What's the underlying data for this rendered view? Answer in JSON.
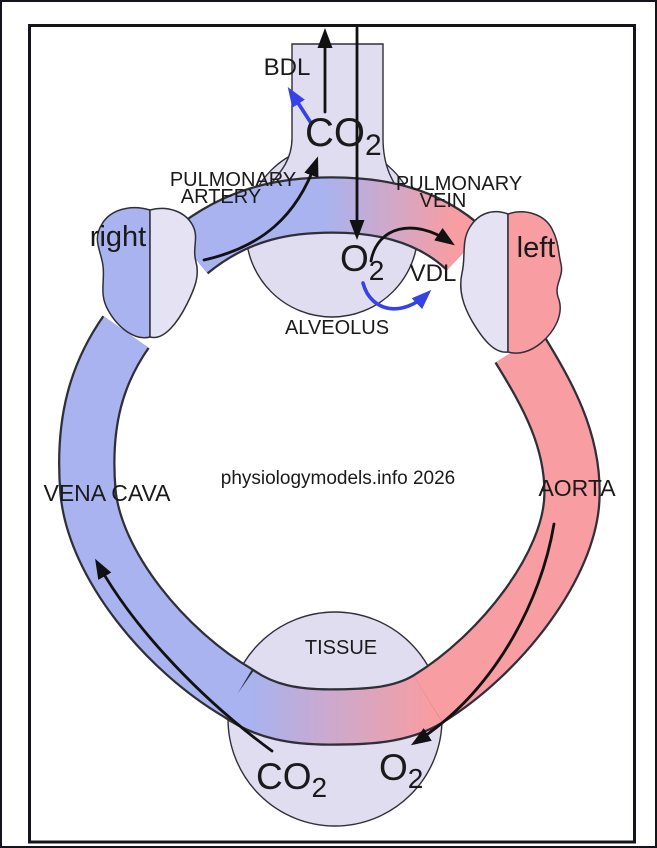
{
  "watermark": "physiologymodels.info 2026",
  "labels": {
    "alveolus": "ALVEOLUS",
    "tissue": "TISSUE",
    "heart_right": "right",
    "heart_left": "left",
    "pulmonary_artery": [
      "PULMONARY",
      "ARTERY"
    ],
    "pulmonary_vein": [
      "PULMONARY",
      "VEIN"
    ],
    "vena_cava": "VENA CAVA",
    "aorta": "AORTA",
    "bdl": "BDL",
    "vdl": "VDL"
  },
  "gases": {
    "exhaled_co2": {
      "symbol": "CO",
      "subscript": "2"
    },
    "alveolar_o2": {
      "symbol": "O",
      "subscript": "2"
    },
    "tissue_co2": {
      "symbol": "CO",
      "subscript": "2"
    },
    "tissue_o2": {
      "symbol": "O",
      "subscript": "2"
    }
  },
  "colors": {
    "venous_blood": "#a8b3f0",
    "arterial_blood": "#f89da2",
    "organ_fill": "#e0ddf0",
    "heart_chamber_fill": "#e4e2f3",
    "outline": "#2f2f38",
    "arrow_black": "#111111",
    "arrow_blue": "#3642e8",
    "frame": "#14141c",
    "background": "#ffffff"
  }
}
